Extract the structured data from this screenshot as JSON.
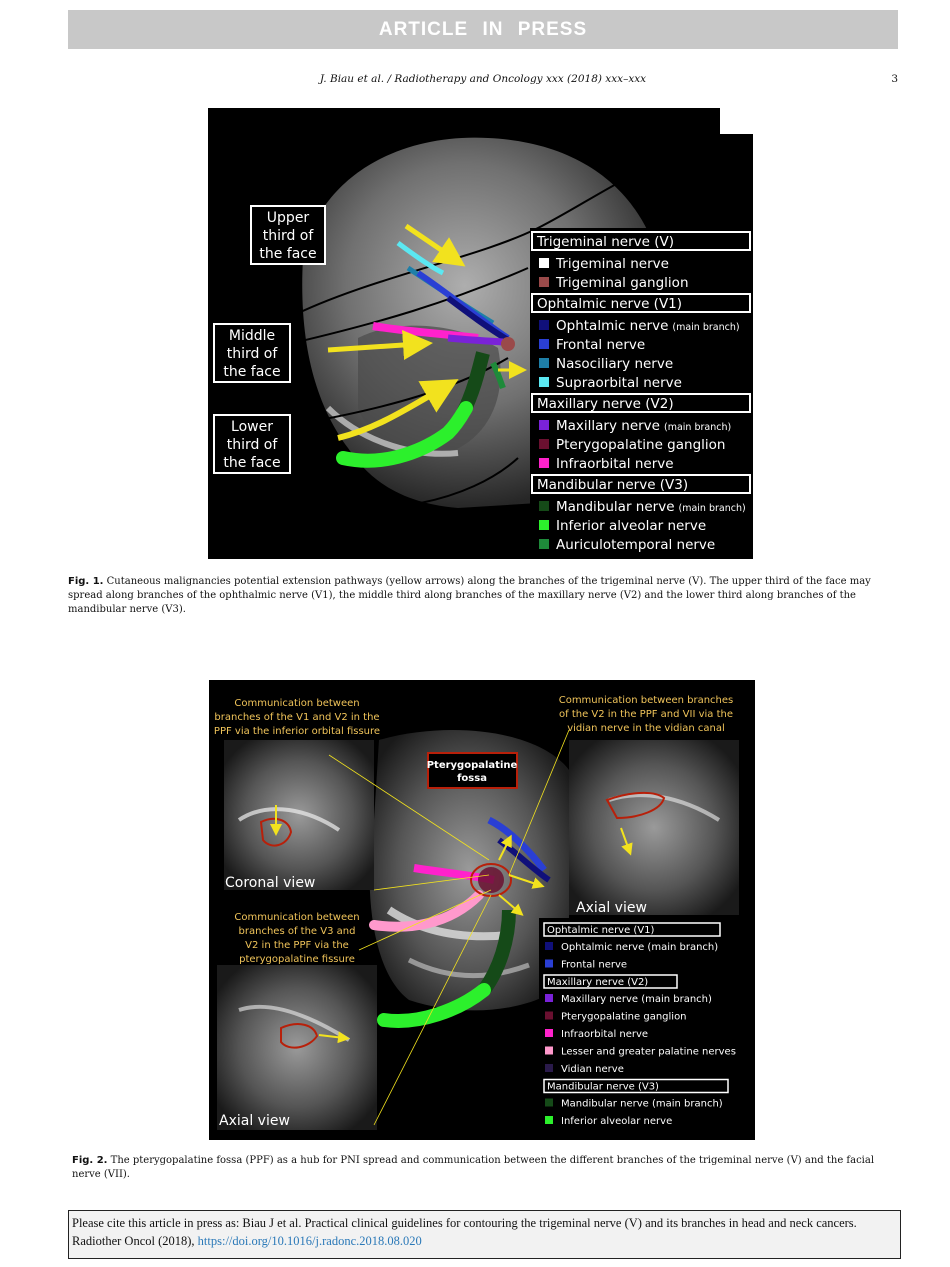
{
  "banner": "ARTICLE IN PRESS",
  "running_head": {
    "journal": "J. Biau et al. / Radiotherapy and Oncology xxx (2018) xxx–xxx",
    "page": "3"
  },
  "figure1": {
    "face_labels": [
      [
        "Upper",
        "third of",
        "the face"
      ],
      [
        "Middle",
        "third of",
        "the face"
      ],
      [
        "Lower",
        "third of",
        "the face"
      ]
    ],
    "legend": [
      {
        "header": "Trigeminal nerve (V)",
        "items": [
          {
            "text": "Trigeminal nerve",
            "suffix": "",
            "color": "#ffffff"
          },
          {
            "text": "Trigeminal ganglion",
            "suffix": "",
            "color": "#9a4a4a"
          }
        ]
      },
      {
        "header": "Ophtalmic nerve (V1)",
        "items": [
          {
            "text": "Ophtalmic nerve",
            "suffix": "(main branch)",
            "color": "#10107a"
          },
          {
            "text": "Frontal nerve",
            "suffix": "",
            "color": "#2a3fd4"
          },
          {
            "text": "Nasociliary nerve",
            "suffix": "",
            "color": "#1e7fa8"
          },
          {
            "text": "Supraorbital nerve",
            "suffix": "",
            "color": "#5be8f2"
          }
        ]
      },
      {
        "header": "Maxillary nerve (V2)",
        "items": [
          {
            "text": "Maxillary nerve",
            "suffix": "(main branch)",
            "color": "#7a22d8"
          },
          {
            "text": "Pterygopalatine ganglion",
            "suffix": "",
            "color": "#6a1030"
          },
          {
            "text": "Infraorbital nerve",
            "suffix": "",
            "color": "#ff22cc"
          }
        ]
      },
      {
        "header": "Mandibular nerve (V3)",
        "items": [
          {
            "text": "Mandibular nerve",
            "suffix": "(main branch)",
            "color": "#154a18"
          },
          {
            "text": "Inferior alveolar nerve",
            "suffix": "",
            "color": "#2cf02c"
          },
          {
            "text": "Auriculotemporal nerve",
            "suffix": "",
            "color": "#1e8a3a"
          }
        ]
      }
    ],
    "caption_label": "Fig. 1.",
    "caption": "Cutaneous malignancies potential extension pathways (yellow arrows) along the branches of the trigeminal nerve (V). The upper third of the face may spread along branches of the ophthalmic nerve (V1), the middle third along branches of the maxillary nerve (V2) and the lower third along branches of the mandibular nerve (V3)."
  },
  "figure2": {
    "annotation_tl": [
      "Communication between",
      "branches of the V1 and V2 in the",
      "PPF via the inferior orbital fissure"
    ],
    "annotation_tr": [
      "Communication between branches",
      "of the V2 in the PPF and VII via the",
      "vidian nerve in the vidian canal"
    ],
    "annotation_ml": [
      "Communication between",
      "branches of the V3 and",
      "V2 in the PPF via the",
      "pterygopalatine fissure"
    ],
    "ppf_box": [
      "Pterygopalatine",
      "fossa"
    ],
    "view_coronal": "Coronal view",
    "view_axial_right": "Axial view",
    "view_axial_left": "Axial view",
    "legend": [
      {
        "header": "Ophtalmic nerve (V1)",
        "items": [
          {
            "text": "Ophtalmic nerve (main branch)",
            "color": "#10107a"
          },
          {
            "text": "Frontal nerve",
            "color": "#2a3fd4"
          }
        ]
      },
      {
        "header": "Maxillary nerve (V2)",
        "items": [
          {
            "text": "Maxillary nerve (main branch)",
            "color": "#7a22d8"
          },
          {
            "text": "Pterygopalatine ganglion",
            "color": "#6a1030"
          },
          {
            "text": "Infraorbital nerve",
            "color": "#ff22cc"
          },
          {
            "text": "Lesser and greater palatine nerves",
            "color": "#ff99cc"
          },
          {
            "text": "Vidian nerve",
            "color": "#2a1a4a"
          }
        ]
      },
      {
        "header": "Mandibular nerve (V3)",
        "items": [
          {
            "text": "Mandibular nerve (main branch)",
            "color": "#154a18"
          },
          {
            "text": "Inferior alveolar nerve",
            "color": "#2cf02c"
          }
        ]
      }
    ],
    "caption_label": "Fig. 2.",
    "caption": "The pterygopalatine fossa (PPF) as a hub for PNI spread and communication between the different branches of the trigeminal nerve (V) and the facial nerve (VII)."
  },
  "citation": {
    "text": "Please cite this article in press as: Biau J et al. Practical clinical guidelines for contouring the trigeminal nerve (V) and its branches in head and neck cancers. Radiother Oncol (2018),",
    "doi": "https://doi.org/10.1016/j.radonc.2018.08.020"
  },
  "colors": {
    "arrow": "#f2e21e",
    "annotation_text": "#f0c45a",
    "box_red": "#b8200a"
  }
}
